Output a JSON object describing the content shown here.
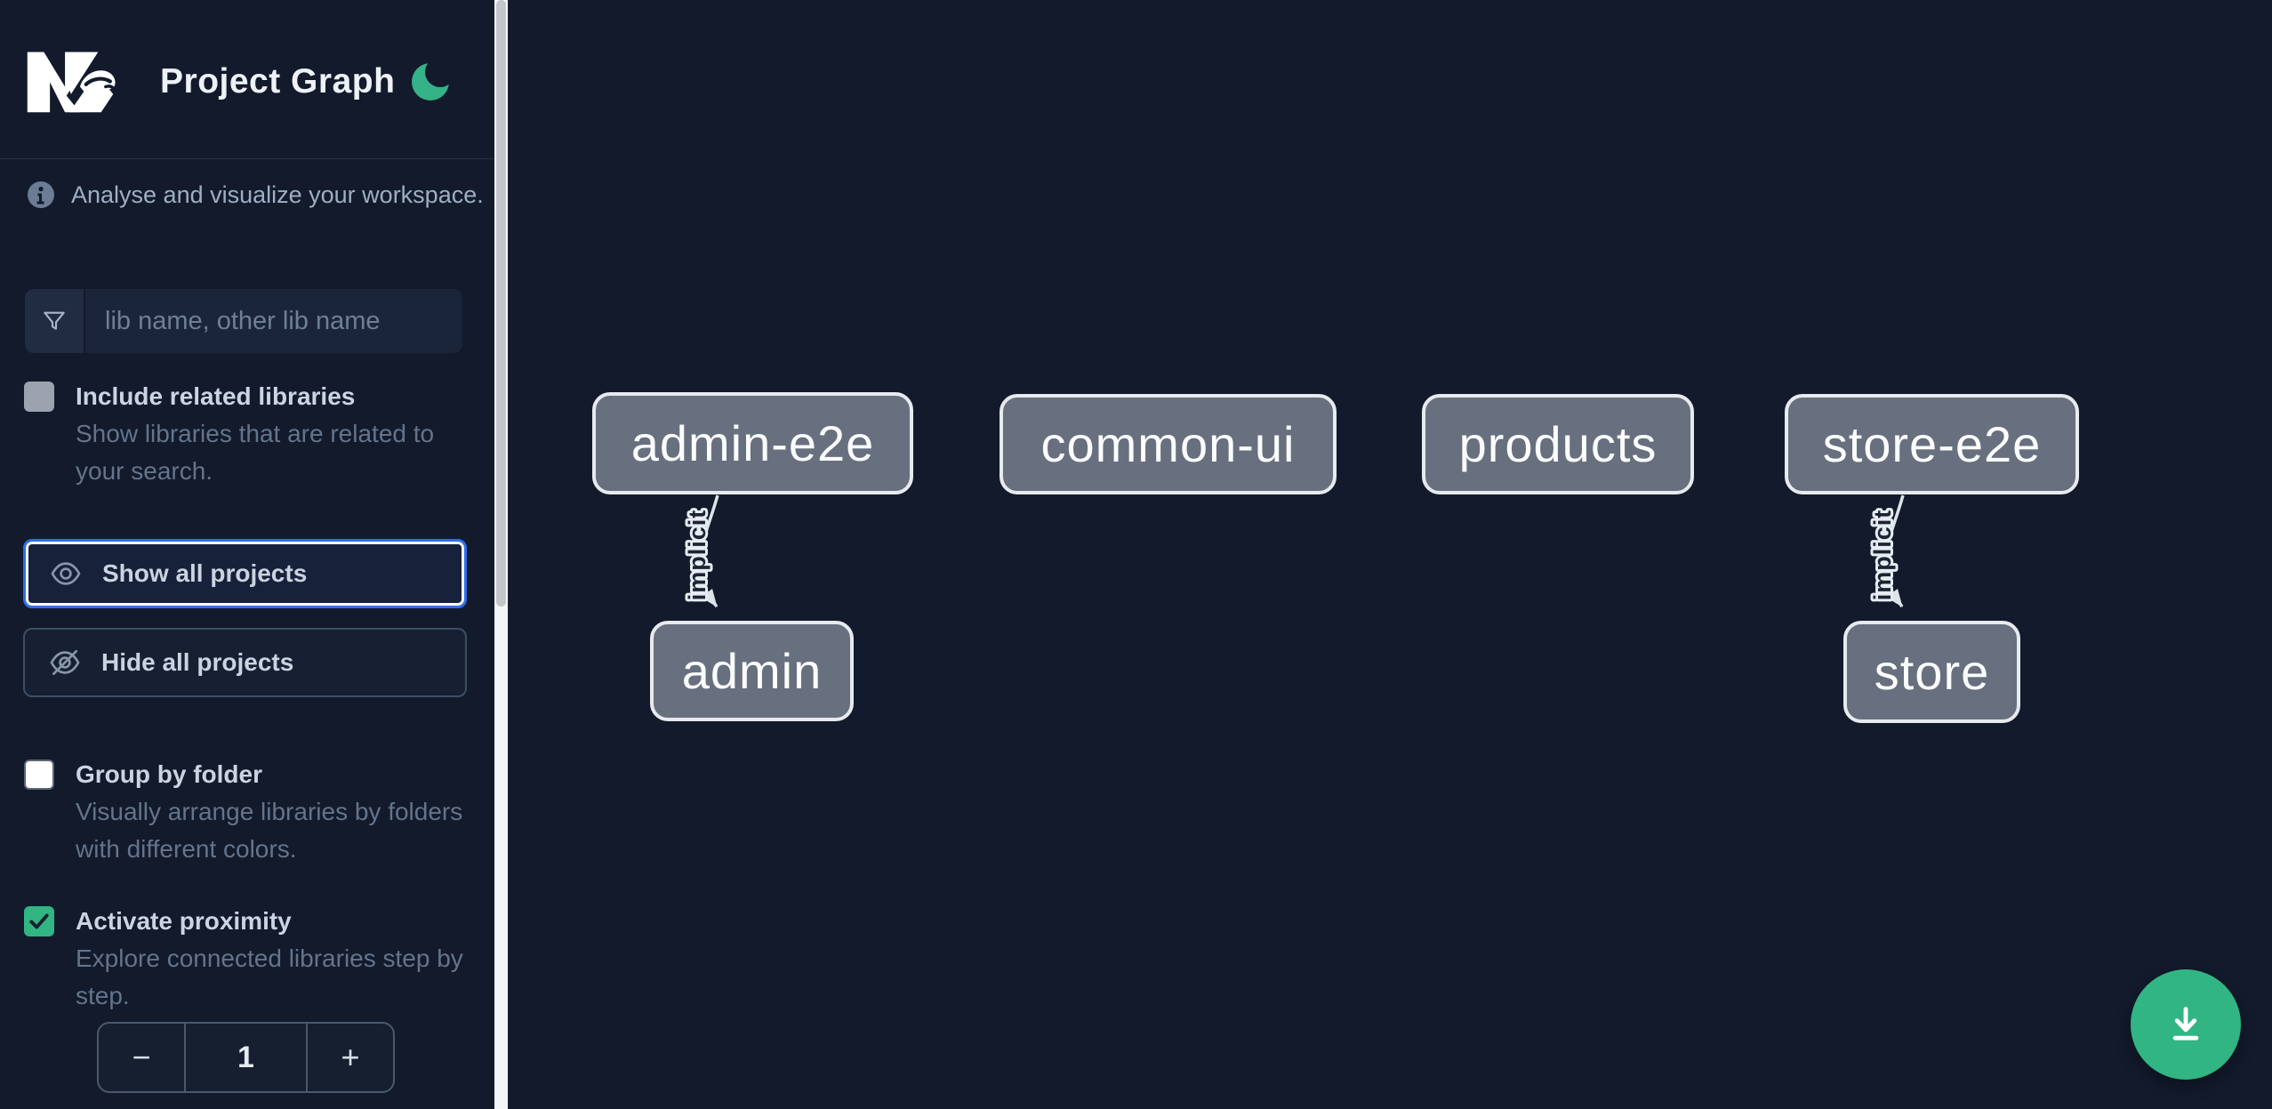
{
  "header": {
    "title": "Project Graph",
    "logo_name": "Nx",
    "theme": "dark"
  },
  "sidebar": {
    "tagline": "Analyse and visualize your workspace.",
    "search": {
      "placeholder": "lib name, other lib name",
      "value": ""
    },
    "actions": [
      {
        "label": "Show all projects",
        "icon": "eye",
        "focused": true
      },
      {
        "label": "Hide all projects",
        "icon": "eye-off",
        "focused": false
      }
    ],
    "toggles": [
      {
        "label": "Include related libraries",
        "description": "Show libraries that are related to your search.",
        "checked": false,
        "enabled": false
      },
      {
        "label": "Group by folder",
        "description": "Visually arrange libraries by folders with different colors.",
        "checked": false,
        "enabled": true
      },
      {
        "label": "Activate proximity",
        "description": "Explore connected libraries step by step.",
        "checked": true,
        "enabled": true
      }
    ],
    "proximity_stepper": {
      "decrement_label": "−",
      "value": "1",
      "increment_label": "+"
    }
  },
  "graph": {
    "nodes": [
      {
        "label": "admin-e2e"
      },
      {
        "label": "common-ui"
      },
      {
        "label": "products"
      },
      {
        "label": "store-e2e"
      },
      {
        "label": "admin"
      },
      {
        "label": "store"
      }
    ],
    "edges": [
      {
        "source": "admin-e2e",
        "target": "admin",
        "label": "implicit",
        "type": "implicit"
      },
      {
        "source": "store-e2e",
        "target": "store",
        "label": "implicit",
        "type": "implicit"
      }
    ]
  },
  "fab": {
    "icon": "download"
  },
  "colors": {
    "background": "#121a2c",
    "accent_green": "#30b583",
    "focus_blue": "#2e6fe8",
    "node_fill": "#68707f",
    "node_border": "#e7eaee",
    "edge": "#dde3ea"
  }
}
